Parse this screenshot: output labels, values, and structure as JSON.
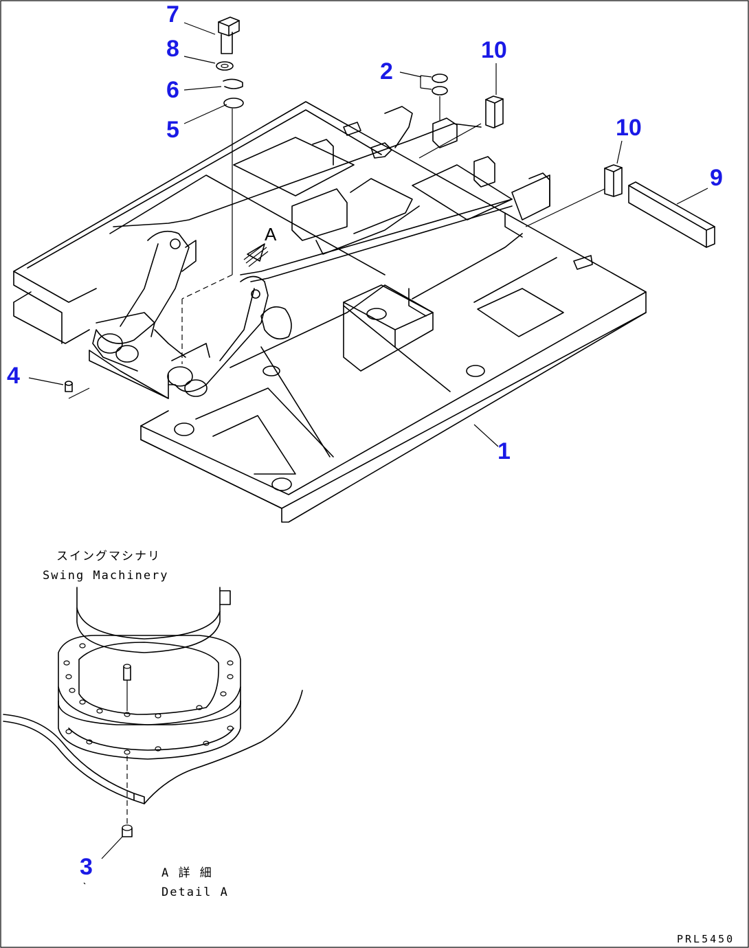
{
  "callouts": {
    "c1": "1",
    "c2": "2",
    "c3": "3",
    "c4": "4",
    "c5": "5",
    "c6": "6",
    "c7": "7",
    "c8": "8",
    "c9": "9",
    "c10a": "10",
    "c10b": "10"
  },
  "view_marker": "A",
  "swing_caption": {
    "jp": "スイングマシナリ",
    "en": "Swing Machinery"
  },
  "detail_caption": {
    "jp": "A 詳 細",
    "en": "Detail A"
  },
  "drawing_code": "PRL5450",
  "colors": {
    "callout": "#1a1ae6",
    "line": "#000000"
  }
}
